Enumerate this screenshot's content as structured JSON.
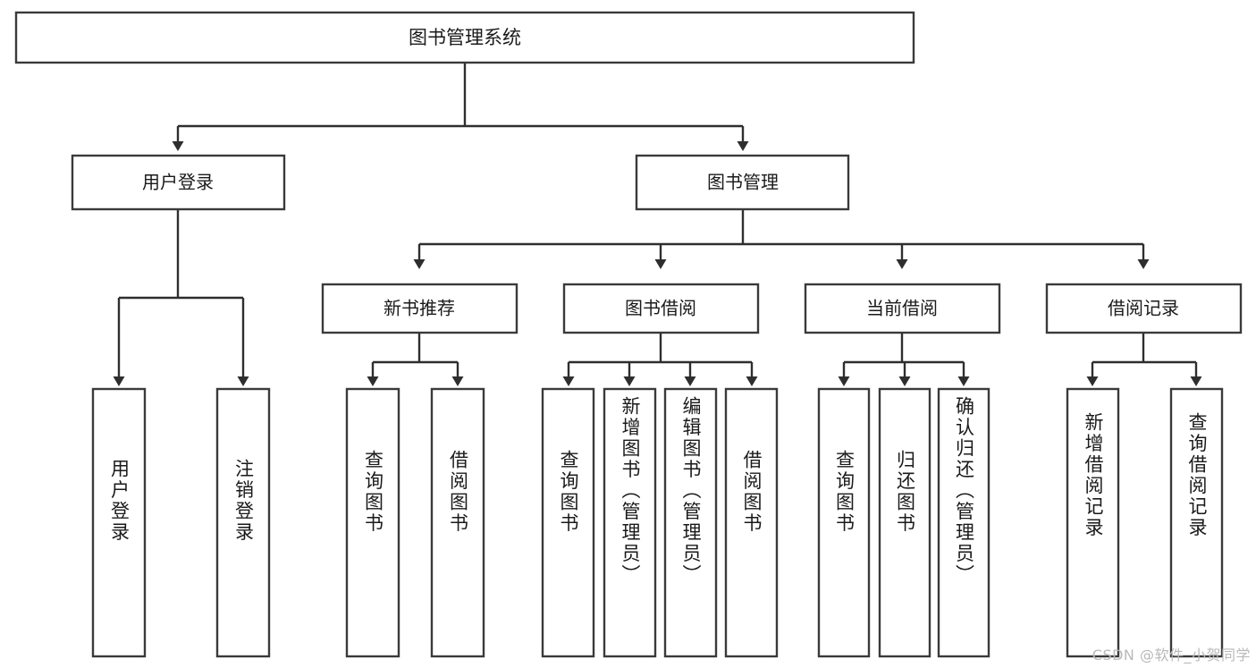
{
  "diagram": {
    "title": "图书管理系统",
    "type": "hierarchy-tree",
    "watermark": "CSDN @软件_小贺同学",
    "colors": {
      "box_stroke": "#3a3a3a",
      "connector": "#2e2e2e",
      "box_fill": "#ffffff",
      "text": "#1a1a1a",
      "watermark": "#b9b9b9"
    },
    "root": {
      "label": "图书管理系统"
    },
    "level2": [
      {
        "label": "用户登录"
      },
      {
        "label": "图书管理"
      }
    ],
    "level3": [
      {
        "label": "新书推荐"
      },
      {
        "label": "图书借阅"
      },
      {
        "label": "当前借阅"
      },
      {
        "label": "借阅记录"
      }
    ],
    "leaves": {
      "user_login": [
        {
          "label": "用户登录"
        },
        {
          "label": "注销登录"
        }
      ],
      "new_book": [
        {
          "label": "查询图书"
        },
        {
          "label": "借阅图书"
        }
      ],
      "book_borrow": [
        {
          "label": "查询图书"
        },
        {
          "label": "新增图书（管理员）"
        },
        {
          "label": "编辑图书（管理员）"
        },
        {
          "label": "借阅图书"
        }
      ],
      "current_borrow": [
        {
          "label": "查询图书"
        },
        {
          "label": "归还图书"
        },
        {
          "label": "确认归还（管理员）"
        }
      ],
      "borrow_record": [
        {
          "label": "新增借阅记录"
        },
        {
          "label": "查询借阅记录"
        }
      ]
    }
  }
}
